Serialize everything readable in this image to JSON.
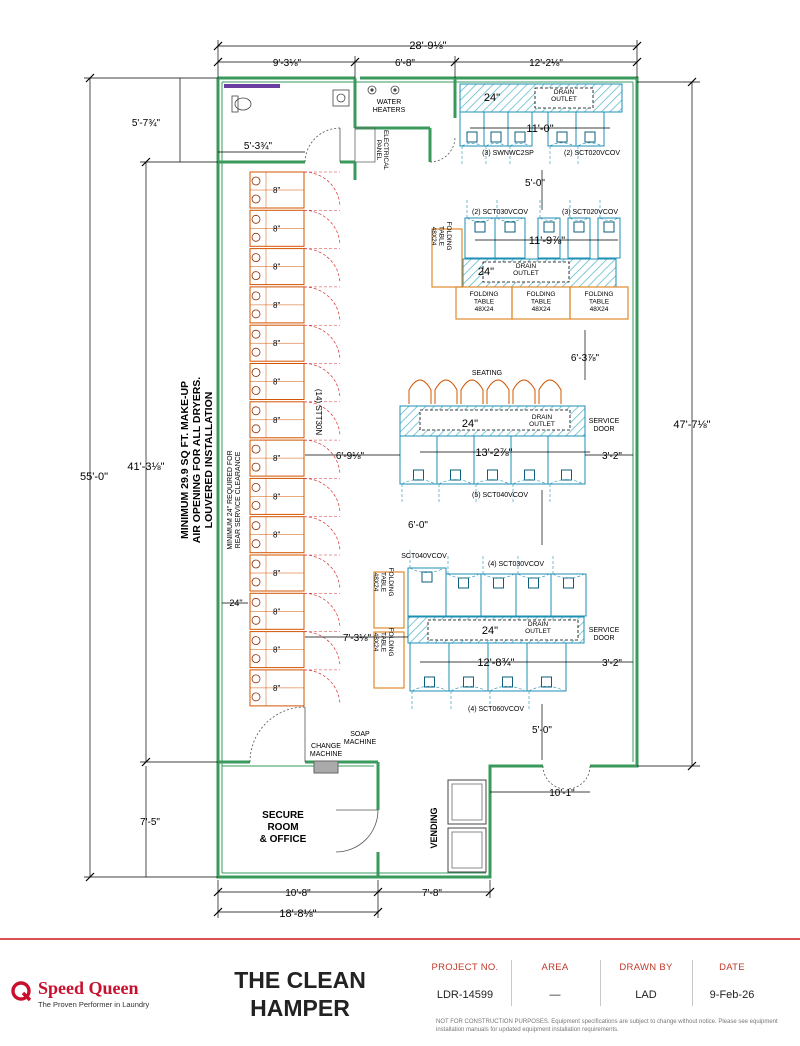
{
  "plan": {
    "dimensions": {
      "overall_top": "28'-9⅛\"",
      "top_left": "9'-3⅛\"",
      "top_mid": "6'-8\"",
      "top_right": "12'-2⅛\"",
      "left_total": "55'-0\"",
      "left_inner": "41'-3⅛\"",
      "left_upper": "5'-7¾\"",
      "restroom_width": "5'-3¾\"",
      "left_lower": "7'-5\"",
      "right_total": "47'-7⅛\"",
      "bottom_left": "10'-8\"",
      "bottom_mid": "7'-8\"",
      "bottom_total": "18'-8⅛\"",
      "entry_width": "10'-1\"",
      "gap_1": "5'-0\"",
      "gap_2": "6'-3⅞\"",
      "gap_3": "6'-0\"",
      "gap_4": "5'-0\"",
      "aisle_1": "6'-9⅛\"",
      "aisle_2": "7'-3⅛\"",
      "row_1": "11'-0\"",
      "row_2": "11'-9⅞\"",
      "row_3": "13'-2⅞\"",
      "row_4": "12'-8¾\"",
      "service_1": "3'-2\"",
      "service_2": "3'-2\"",
      "wall_clearance": "24\""
    },
    "labels": {
      "water_heaters": "WATER\nHEATERS",
      "electrical_panel": "ELECTRICAL\nPANEL",
      "drain_outlet": "DRAIN\nOUTLET",
      "chase_24": "24\"",
      "group_1a": "(3) SWNWC2SP",
      "group_1b": "(2) SCT020VCOV",
      "group_2a": "(2) SCT030VCOV",
      "group_2b": "(3) SCT020VCOV",
      "group_3": "(5) SCT040VCOV",
      "group_4a": "SCT040VCOV",
      "group_4b": "(4) SCT030VCOV",
      "group_5": "(4) SCT060VCOV",
      "dryers": "(14) STT30N",
      "dryer_size": "8\"",
      "folding_table": "FOLDING\nTABLE\n48X24",
      "seating": "SEATING",
      "service_door": "SERVICE\nDOOR",
      "makeup_note": "MINIMUM 29.9 SQ FT. MAKE-UP\nAIR OPENING FOR ALL DRYERS.\nLOUVERED INSTALLATION",
      "clearance_note": "MINIMUM 24\" REQUIRED FOR\nREAR SERVICE CLEARANCE",
      "change_machine": "CHANGE\nMACHINE",
      "soap_machine": "SOAP\nMACHINE",
      "secure_room": "SECURE\nROOM\n& OFFICE",
      "vending": "VENDING"
    }
  },
  "footer": {
    "brand": "Speed Queen",
    "tagline": "The Proven Performer in Laundry",
    "title": "THE CLEAN\nHAMPER",
    "project_no_label": "PROJECT NO.",
    "project_no": "LDR-14599",
    "area_label": "AREA",
    "area": "—",
    "drawn_by_label": "DRAWN BY",
    "drawn_by": "LAD",
    "date_label": "DATE",
    "date": "9-Feb-26",
    "disclaimer": "NOT FOR CONSTRUCTION PURPOSES. Equipment specifications are subject to change without notice. Please see equipment installation manuals for updated equipment installation requirements."
  },
  "colors": {
    "wall": "#3a9a5c",
    "dryer": "#d35400",
    "washer": "#1e8fb4",
    "table": "#e08a2c",
    "accent": "#c8102e"
  }
}
